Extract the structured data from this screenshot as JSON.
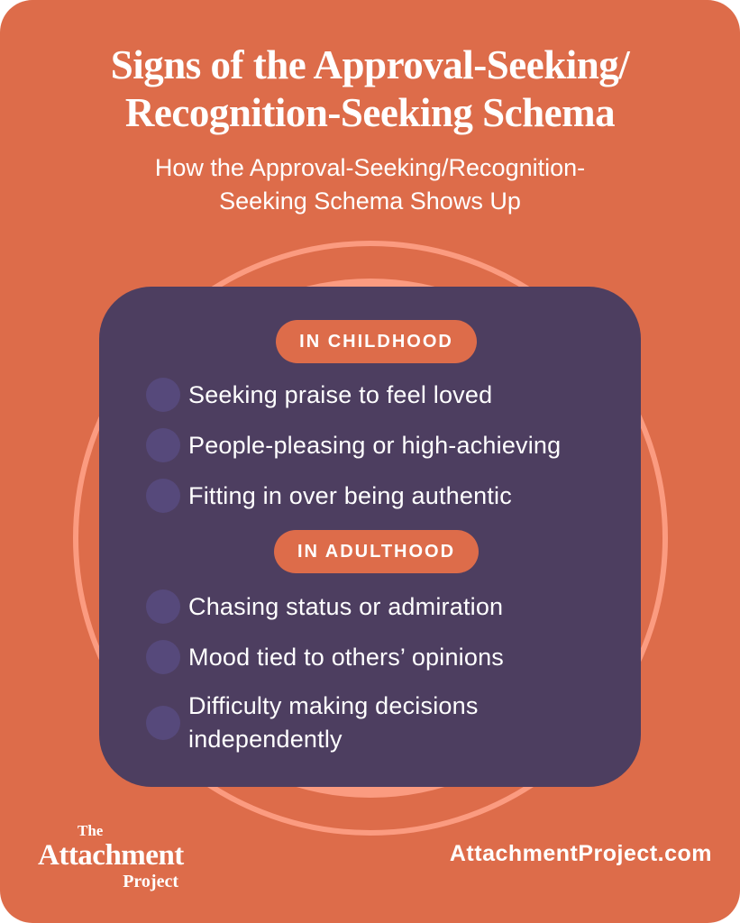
{
  "colors": {
    "bg": "#dd6c4a",
    "accent": "#fb9b80",
    "card": "#4d3e60",
    "bullet": "#56497b",
    "badge": "#dd6c4a",
    "text": "#ffffff"
  },
  "header": {
    "title": "Signs of the Approval-Seeking/\nRecognition-Seeking Schema",
    "subtitle": "How the Approval-Seeking/Recognition-\nSeeking Schema Shows Up"
  },
  "card": {
    "sections": [
      {
        "badge": "IN CHILDHOOD",
        "items": [
          "Seeking praise to feel loved",
          "People-pleasing or high-achieving",
          "Fitting in over being authentic"
        ]
      },
      {
        "badge": "IN ADULTHOOD",
        "items": [
          "Chasing status or admiration",
          "Mood tied to others’ opinions",
          "Difficulty making decisions\nindependently"
        ]
      }
    ]
  },
  "footer": {
    "logo_top": "The",
    "logo_main": "Attachment",
    "logo_bottom": "Project",
    "website": "AttachmentProject.com"
  }
}
